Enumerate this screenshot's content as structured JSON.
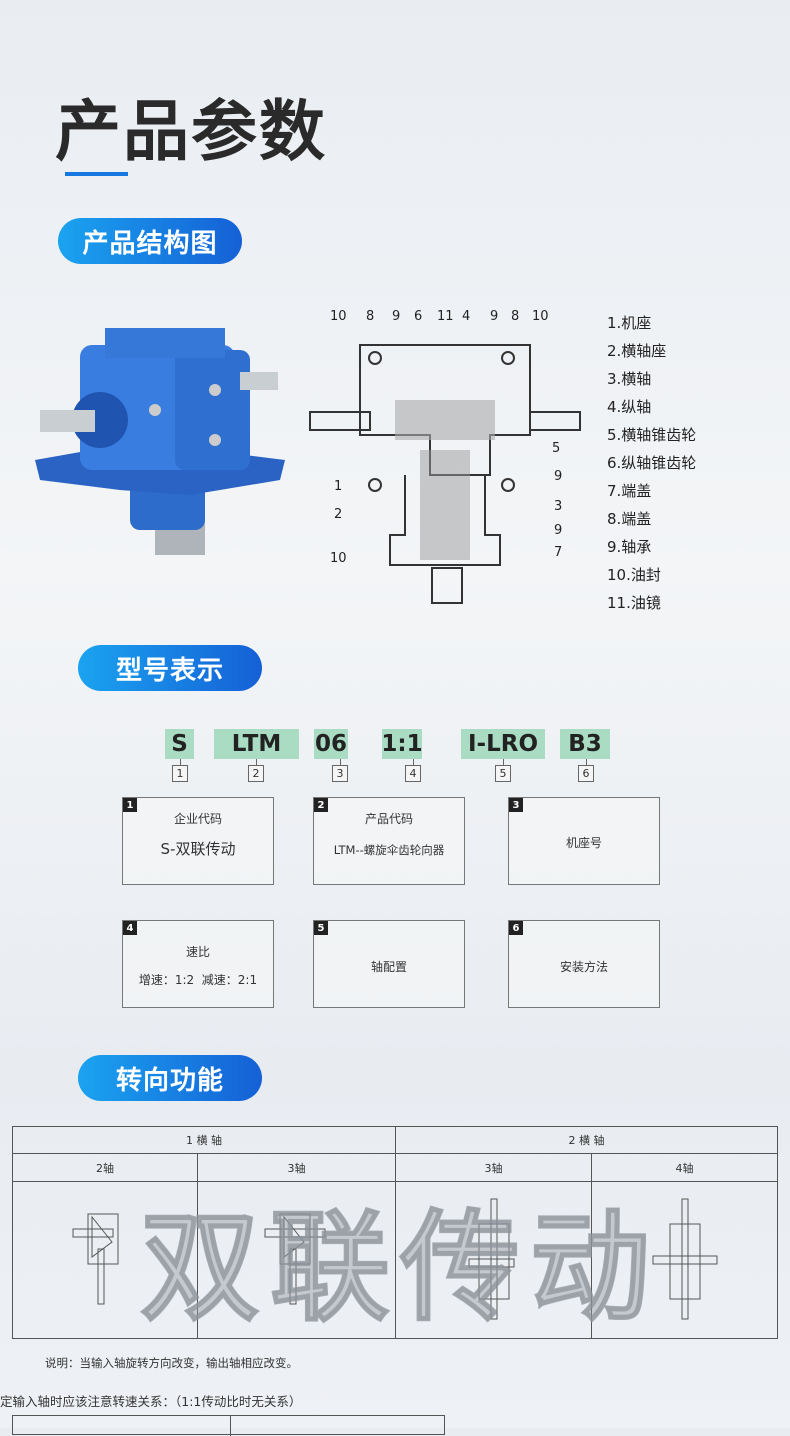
{
  "page_title": "产品参数",
  "sections": {
    "structure": "产品结构图",
    "model": "型号表示",
    "direction": "转向功能"
  },
  "watermark": "双联传动",
  "structure": {
    "callouts_top": [
      "10",
      "8",
      "9",
      "6",
      "11",
      "4",
      "9",
      "8",
      "10"
    ],
    "callouts_side": [
      "5",
      "9",
      "3",
      "9",
      "7"
    ],
    "callouts_left": [
      "1",
      "2",
      "10"
    ],
    "legend": [
      "1.机座",
      "2.横轴座",
      "3.横轴",
      "4.纵轴",
      "5.横轴锥齿轮",
      "6.纵轴锥齿轮",
      "7.端盖",
      "8.端盖",
      "9.轴承",
      "10.油封",
      "11.油镜"
    ],
    "colors": {
      "gearbox": "#2f6fd0"
    }
  },
  "model": {
    "codes": [
      {
        "text": "S",
        "num": "1"
      },
      {
        "text": "LTM",
        "num": "2"
      },
      {
        "text": "06",
        "num": "3"
      },
      {
        "text": "1:1",
        "num": "4"
      },
      {
        "text": "I-LRO",
        "num": "5"
      },
      {
        "text": "B3",
        "num": "6"
      }
    ],
    "code_color": "#a9dcc2",
    "boxes": [
      {
        "num": "1",
        "title": "企业代码",
        "value": "S-双联传动"
      },
      {
        "num": "2",
        "title": "产品代码",
        "value": "LTM--螺旋伞齿轮向器"
      },
      {
        "num": "3",
        "title": "机座号",
        "value": ""
      },
      {
        "num": "4",
        "title": "速比",
        "value": "增速：1:2  减速：2:1"
      },
      {
        "num": "5",
        "title": "轴配置",
        "value": ""
      },
      {
        "num": "6",
        "title": "安装方法",
        "value": ""
      }
    ]
  },
  "direction": {
    "groups": [
      "1 横 轴",
      "2 横 轴"
    ],
    "columns": [
      "2轴",
      "3轴",
      "3轴",
      "4轴"
    ],
    "note": "说明：当输入轴旋转方向改变，输出轴相应改变。",
    "note2": "定输入轴时应该注意转速关系：（1:1传动比时无关系）"
  }
}
